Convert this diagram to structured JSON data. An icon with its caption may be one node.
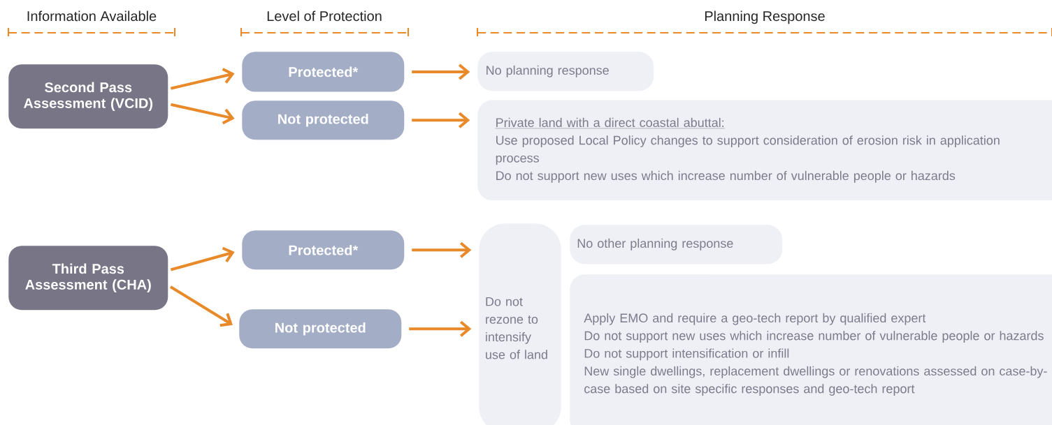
{
  "diagram": {
    "nodes": [
      {
        "text": [
          "Second Pass Assessment (VCID)"
        ]
      },
      {
        "text": [
          "Protected*"
        ]
      },
      {
        "text": [
          "Not protected"
        ]
      },
      {
        "text": [
          "No planning response"
        ]
      },
      {
        "text": [
          "Private land with a direct coastal abuttal:",
          "Use proposed Local Policy changes to support consideration of erosion risk in application process",
          "Do not support new uses which increase number of vulnerable people or hazards"
        ]
      },
      {
        "text": [
          "Third Pass Assessment (CHA)"
        ]
      },
      {
        "text": [
          "Protected*"
        ]
      },
      {
        "text": [
          "Not protected"
        ]
      },
      {
        "text": [
          "Do not rezone to intensify use of land"
        ]
      },
      {
        "text": [
          "No other planning response"
        ]
      },
      {
        "text": [
          "Apply EMO and require a geo-tech report by qualified expert",
          "Do not support new uses which increase number of vulnerable people or hazards",
          "Do not support intensification or infill",
          "New single dwellings, replacement dwellings or renovations assessed on case-by-case based on site specific responses and geo-tech report"
        ]
      }
    ],
    "edges": [
      {
        "from": 0,
        "to": 1,
        "arrow": "to"
      },
      {
        "from": 0,
        "to": 2,
        "arrow": "to"
      },
      {
        "from": 1,
        "to": 3,
        "arrow": "to"
      },
      {
        "from": 2,
        "to": 4,
        "arrow": "to"
      },
      {
        "from": 5,
        "to": 6,
        "arrow": "to"
      },
      {
        "from": 5,
        "to": 7,
        "arrow": "to"
      },
      {
        "from": 6,
        "to": 8,
        "arrow": "to"
      },
      {
        "from": 7,
        "to": 8,
        "arrow": "to"
      }
    ],
    "labels": [
      "Information Available",
      "Level of Protection",
      "Planning Response"
    ]
  }
}
